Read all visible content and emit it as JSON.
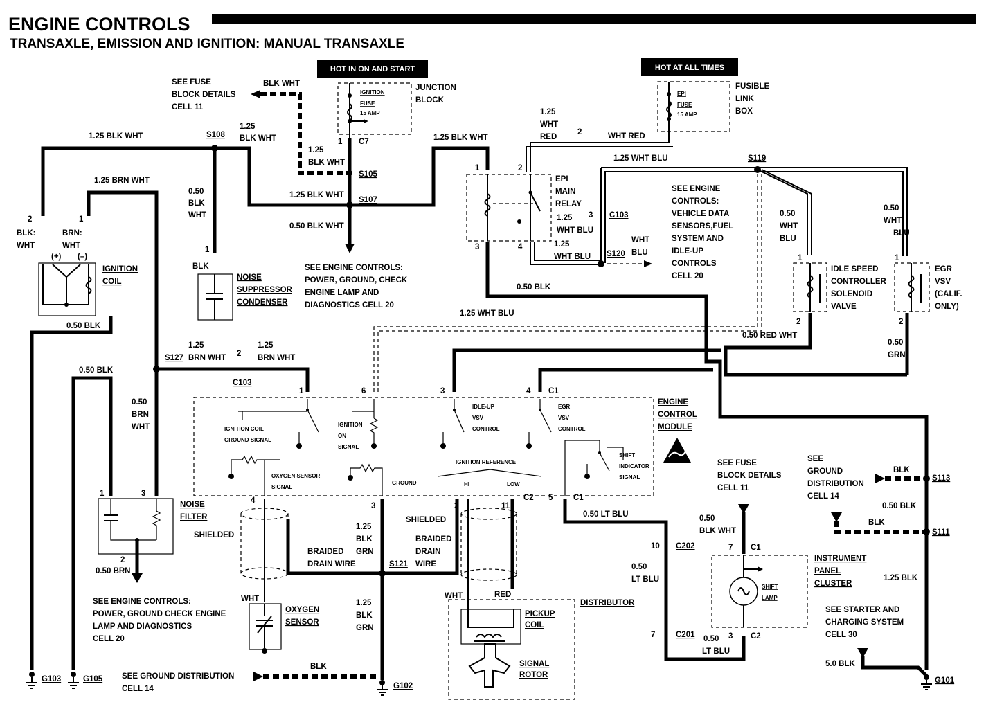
{
  "header": {
    "title": "ENGINE CONTROLS",
    "subtitle": "TRANSAXLE, EMISSION AND IGNITION: MANUAL TRANSAXLE"
  },
  "banners": {
    "hot_on_start": "HOT IN ON AND START",
    "hot_all_times": "HOT AT ALL TIMES"
  },
  "fuse_refs": {
    "see_fuse": "SEE FUSE",
    "block_details": "BLOCK DETAILS",
    "cell_11": "CELL 11"
  },
  "junction_block": {
    "fuse_name_1": "IGNITION",
    "fuse_name_2": "FUSE",
    "rating": "15 AMP",
    "label_1": "JUNCTION",
    "label_2": "BLOCK"
  },
  "fusible_link": {
    "fuse_name_1": "EPI",
    "fuse_name_2": "FUSE",
    "rating": "15 AMP",
    "label_1": "FUSIBLE",
    "label_2": "LINK",
    "label_3": "BOX"
  },
  "wires": {
    "blk_wht": "BLK WHT",
    "w125_blk_wht": "1.25 BLK WHT",
    "w125": "1.25",
    "w125_brn_wht": "1.25 BRN WHT",
    "brn_wht": "BRN WHT",
    "w050": "0.50",
    "blk": "BLK",
    "wht": "WHT",
    "blk_colon": "BLK:",
    "wht_plain": "WHT",
    "brn_colon": "BRN:",
    "w050_blk_wht": "0.50 BLK WHT",
    "w050_blk": "0.50 BLK",
    "wht_red": "WHT RED",
    "red": "RED",
    "w125_wht_blu": "1.25 WHT BLU",
    "wht_blu": "WHT BLU",
    "blu": "BLU",
    "wht_colon": "WHT:",
    "w050_red_wht": "0.50 RED WHT",
    "grn": "GRN",
    "brn": "BRN",
    "w050_brn": "0.50 BRN",
    "w050_lt_blu": "0.50 LT BLU",
    "lt_blu": "LT BLU",
    "w050_blk_wht2": "0.50",
    "w125_blk": "1.25 BLK",
    "w50_blk": "5.0 BLK",
    "blk_grn_1": "BLK",
    "braided": "BRAIDED",
    "drain_wire": "DRAIN WIRE",
    "drain": "DRAIN",
    "wire": "WIRE",
    "shielded": "SHIELDED",
    "red_short": "RED"
  },
  "splices": {
    "s108": "S108",
    "s105": "S105",
    "s107": "S107",
    "s119": "S119",
    "s120": "S120",
    "s127": "S127",
    "s121": "S121",
    "s113": "S113",
    "s111": "S111"
  },
  "connectors": {
    "c7": "C7",
    "c103": "C103",
    "c1": "C1",
    "c2": "C2",
    "c202": "C202",
    "c201": "C201"
  },
  "grounds": {
    "g103": "G103",
    "g105": "G105",
    "g102": "G102",
    "g101": "G101"
  },
  "components": {
    "ignition_coil_1": "IGNITION",
    "ignition_coil_2": "COIL",
    "noise_1": "NOISE",
    "noise_2": "SUPPRESSOR",
    "noise_3": "CONDENSER",
    "epi_1": "EPI",
    "epi_2": "MAIN",
    "epi_3": "RELAY",
    "isc_1": "IDLE SPEED",
    "isc_2": "CONTROLLER",
    "isc_3": "SOLENOID",
    "isc_4": "VALVE",
    "egr_1": "EGR",
    "egr_2": "VSV",
    "egr_3": "(CALIF.",
    "egr_4": "ONLY)",
    "ecm_1": "ENGINE",
    "ecm_2": "CONTROL",
    "ecm_3": "MODULE",
    "nf_1": "NOISE",
    "nf_2": "FILTER",
    "o2_1": "OXYGEN",
    "o2_2": "SENSOR",
    "pickup_1": "PICKUP",
    "pickup_2": "COIL",
    "rotor_1": "SIGNAL",
    "rotor_2": "ROTOR",
    "distributor": "DISTRIBUTOR",
    "ipc_1": "INSTRUMENT",
    "ipc_2": "PANEL",
    "ipc_3": "CLUSTER",
    "shift_1": "SHIFT",
    "shift_2": "LAMP"
  },
  "ecm_internal": {
    "ig_coil_gnd_1": "IGNITION COIL",
    "ig_coil_gnd_2": "GROUND SIGNAL",
    "ig_on_1": "IGNITION",
    "ig_on_2": "ON",
    "ig_on_3": "SIGNAL",
    "idle_1": "IDLE-UP",
    "idle_2": "VSV",
    "idle_3": "CONTROL",
    "egr_1": "EGR",
    "egr_2": "VSV",
    "egr_3": "CONTROL",
    "o2_1": "OXYGEN SENSOR",
    "o2_2": "SIGNAL",
    "ground": "GROUND",
    "ign_ref": "IGNITION REFERENCE",
    "hi": "HI",
    "low": "LOW",
    "shift_1": "SHIFT",
    "shift_2": "INDICATOR",
    "shift_3": "SIGNAL"
  },
  "refs": {
    "see_ec": "SEE ENGINE CONTROLS:",
    "pg_1": "POWER, GROUND, CHECK",
    "pg_2": "ENGINE LAMP AND",
    "pg_3": "DIAGNOSTICS CELL 20",
    "ec_1": "SEE ENGINE",
    "ec_2": "CONTROLS:",
    "ec_3": "VEHICLE DATA",
    "ec_4": "SENSORS,FUEL",
    "ec_5": "SYSTEM AND",
    "ec_6": "IDLE-UP",
    "ec_7": "CONTROLS",
    "ec_8": "CELL 20",
    "bl_1": "SEE ENGINE CONTROLS:",
    "bl_2": "POWER, GROUND CHECK ENGINE",
    "bl_3": "LAMP AND DIAGNOSTICS",
    "bl_4": "CELL 20",
    "gd_1": "SEE GROUND DISTRIBUTION",
    "gd_2": "CELL 14",
    "gdr_1": "SEE",
    "gdr_2": "GROUND",
    "gdr_3": "DISTRIBUTION",
    "gdr_4": "CELL 14",
    "sc_1": "SEE STARTER AND",
    "sc_2": "CHARGING SYSTEM",
    "sc_3": "CELL 30"
  },
  "pins": {
    "p1": "1",
    "p2": "2",
    "p3": "3",
    "p4": "4",
    "p5": "5",
    "p6": "6",
    "p7": "7",
    "p10": "10",
    "p11": "11",
    "plus": "(+)",
    "minus": "(–)"
  }
}
